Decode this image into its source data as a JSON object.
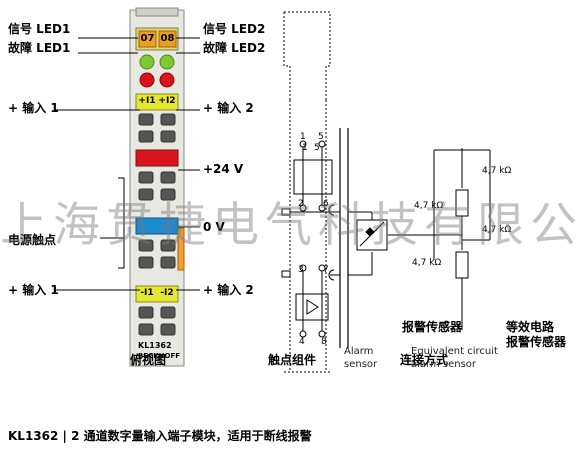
{
  "module": {
    "led_left": "07",
    "led_right": "08",
    "input_left_top": "+I1",
    "input_right_top": "+I2",
    "input_left_bottom": "-I1",
    "input_right_bottom": "-I2",
    "model": "KL1362",
    "brand": "BECKHOFF"
  },
  "labels": {
    "signal_led1": "信号 LED1",
    "signal_led2": "信号 LED2",
    "fault_led1": "故障 LED1",
    "fault_led2": "故障 LED2",
    "input1_top": "+ 输入 1",
    "input2_top": "+ 输入 2",
    "plus24v": "+24 V",
    "zero_v": "0 V",
    "power_contacts": "电源触点",
    "input1_bottom": "+ 输入 1",
    "input2_bottom": "+ 输入 2",
    "section_view": "俯视图",
    "contact_assembly": "触点组件",
    "connection_method": "连接方式",
    "alarm_sensor_cn": "报警传感器",
    "equiv_circuit_cn_1": "等效电路",
    "equiv_circuit_cn_2": "报警传感器"
  },
  "schematic": {
    "pin_top_1": "1",
    "pin_top_5": "5",
    "pin_top_1b": "1",
    "pin_top_5b": "5",
    "pin_top_2": "2",
    "pin_top_6": "6",
    "pin_bot_3": "3",
    "pin_bot_7": "7",
    "pin_bot_4": "4",
    "pin_bot_8": "8",
    "alarm_sensor_en_1": "Alarm",
    "alarm_sensor_en_2": "sensor",
    "equiv_en_1": "Equivalent circuit",
    "equiv_en_2": "alarm sensor",
    "r_top_1": "4,7 kΩ",
    "r_top_2": "4,7 kΩ",
    "r_mid": "4,7 kΩ",
    "r_bot": "4,7 kΩ"
  },
  "watermark": "上海贯捷电气科技有限公司",
  "caption": "KL1362 | 2 通道数字量输入端子模块，适用于断线报警",
  "colors": {
    "led_orange": "#e8a020",
    "led_green": "#7ec832",
    "led_red": "#d8141c",
    "input_yellow": "#e6e630",
    "red_block": "#d8141c",
    "blue_block": "#1e8ad2"
  }
}
